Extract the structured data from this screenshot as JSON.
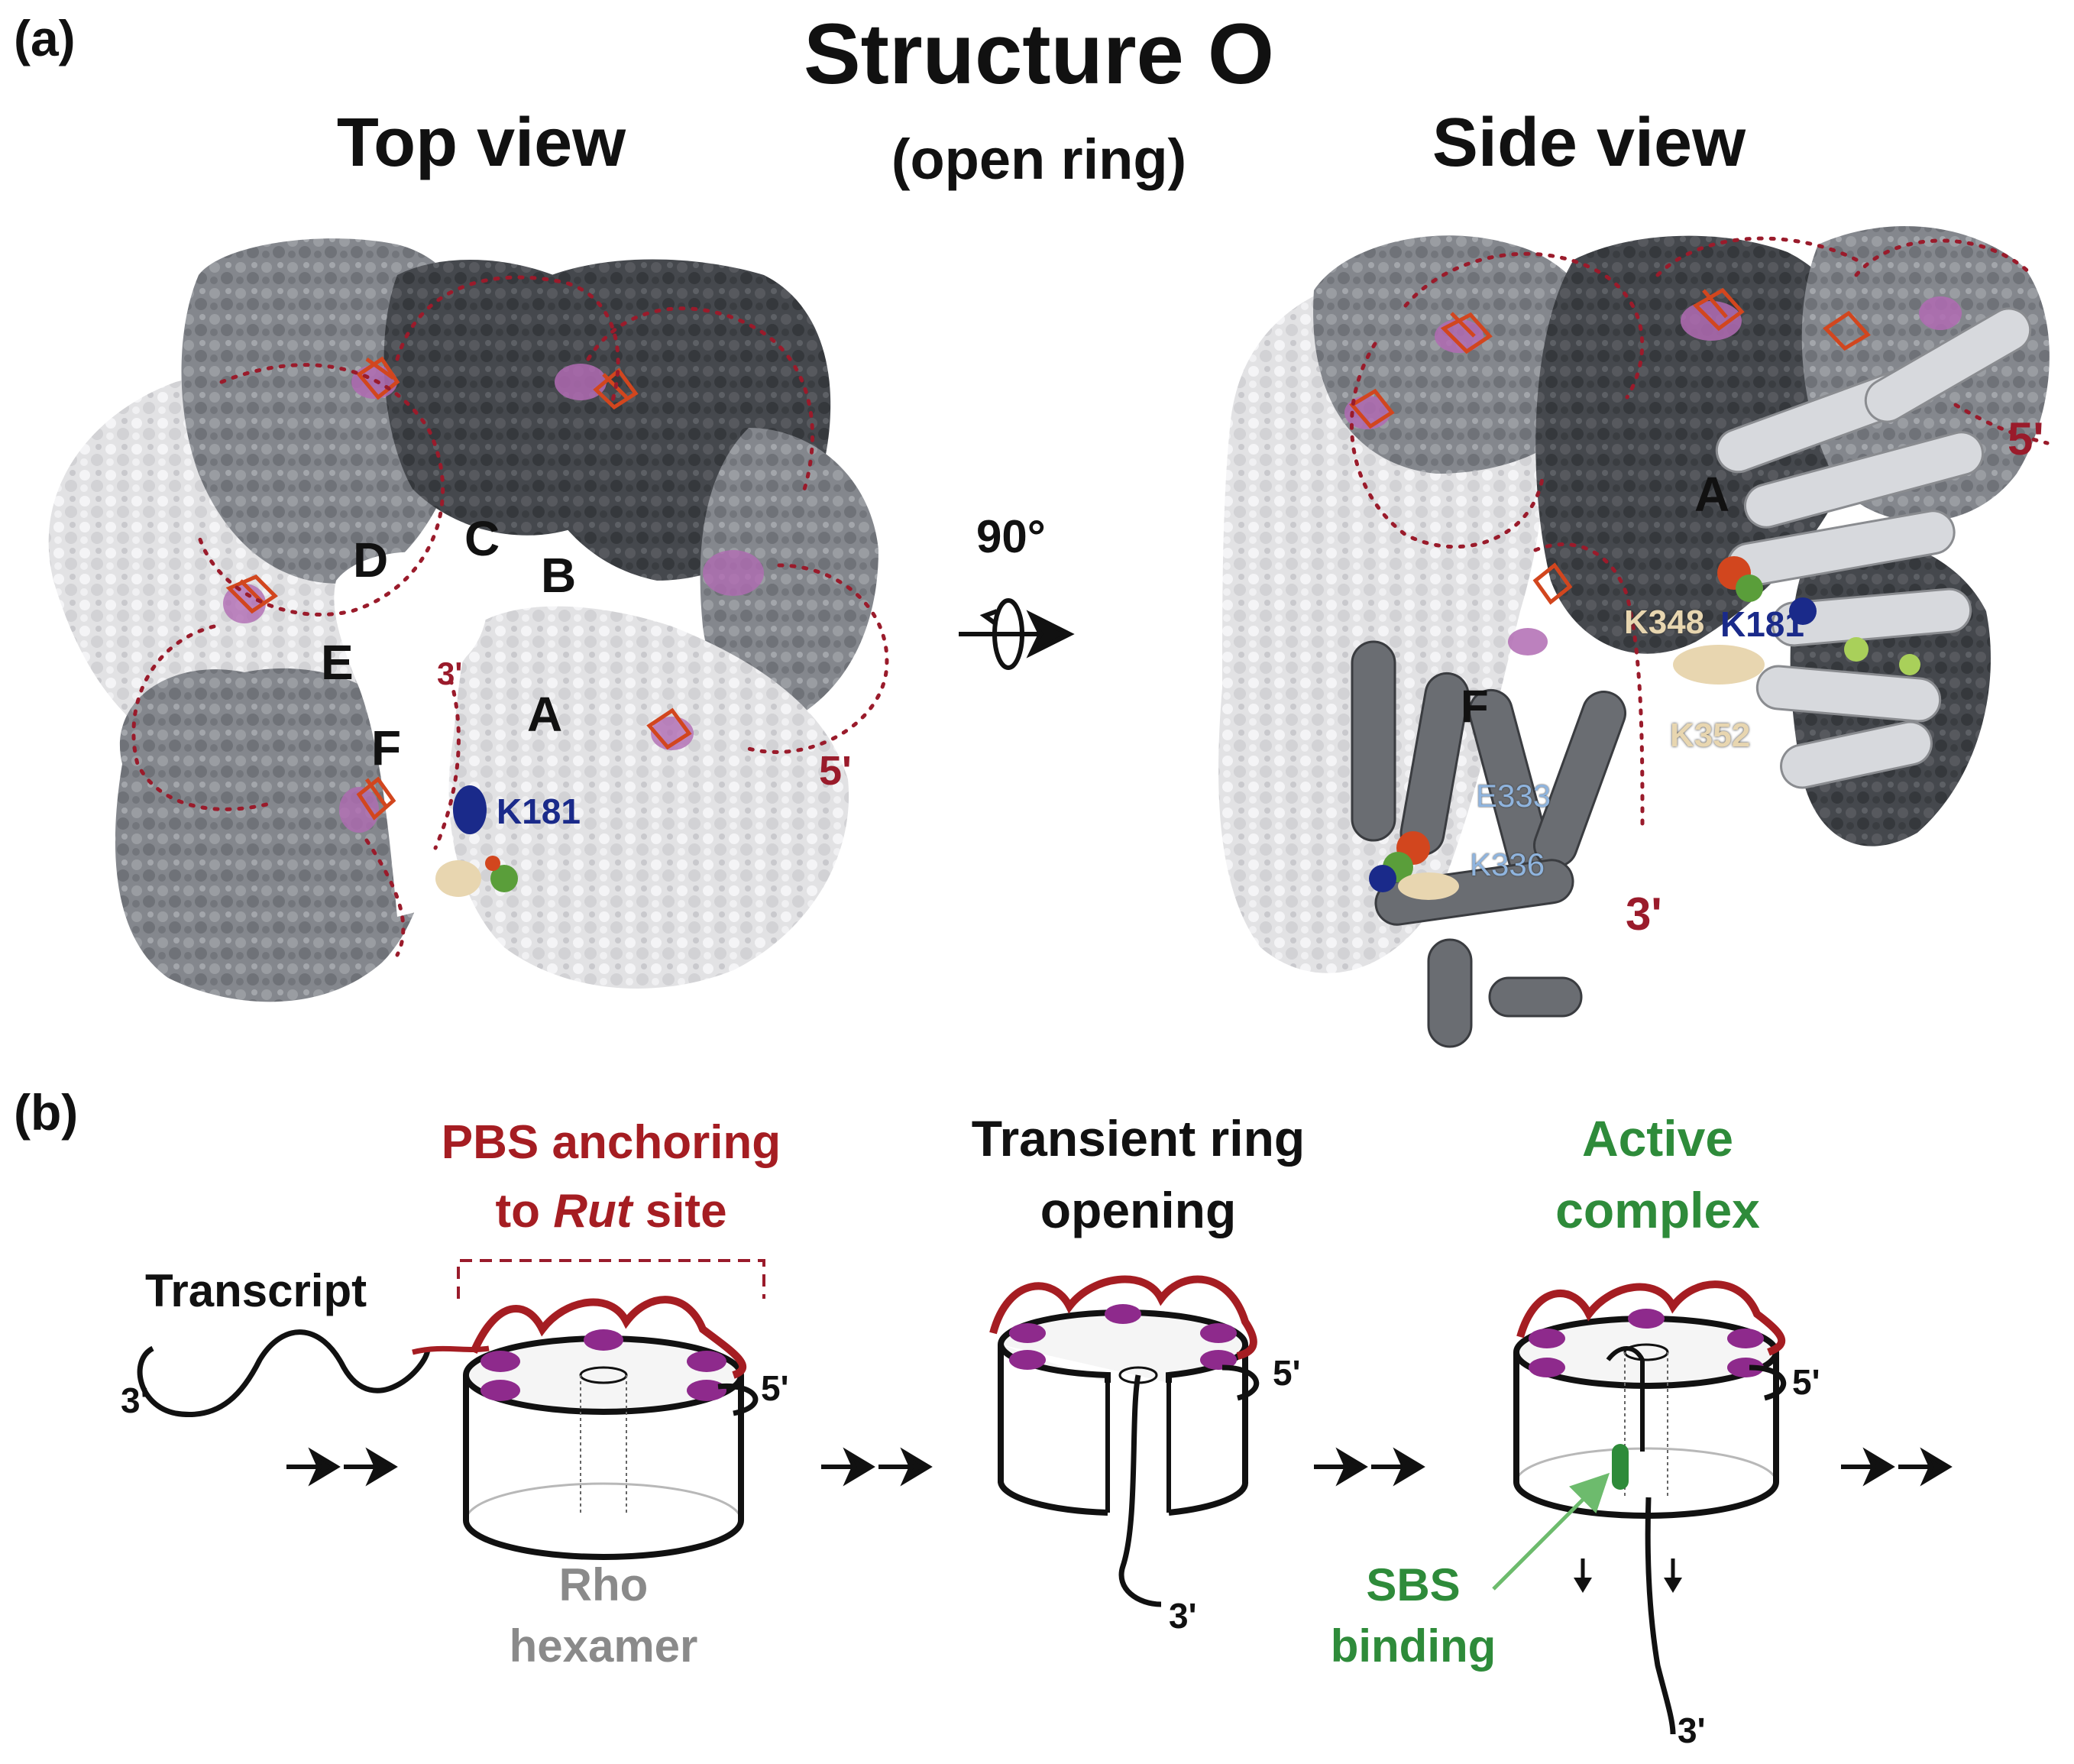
{
  "panel_a": {
    "label": "(a)",
    "title": "Structure O",
    "subtitle": "(open ring)",
    "top_view_title": "Top view",
    "side_view_title": "Side view",
    "rotation_label": "90°",
    "top_view": {
      "subunits": [
        "D",
        "C",
        "B",
        "E",
        "A",
        "F"
      ],
      "residue_label": "K181",
      "prime_3": "3'",
      "prime_5": "5'"
    },
    "side_view": {
      "subunit_a": "A",
      "subunit_f": "F",
      "residues": [
        "K348",
        "K181",
        "K352",
        "E333",
        "K336"
      ],
      "prime_3": "3'",
      "prime_5": "5'"
    }
  },
  "panel_b": {
    "label": "(b)",
    "step1_title_line1": "PBS anchoring",
    "step1_title_line2_pre": "to ",
    "step1_title_line2_italic": "Rut",
    "step1_title_line2_post": " site",
    "transcript_label": "Transcript",
    "hexamer_line1": "Rho",
    "hexamer_line2": "hexamer",
    "step2_title_line1": "Transient ring",
    "step2_title_line2": "opening",
    "step3_title_line1": "Active",
    "step3_title_line2": "complex",
    "sbs_line1": "SBS",
    "sbs_line2": "binding",
    "prime_3": "3'",
    "prime_5": "5'"
  },
  "colors": {
    "rna_red": "#a51d22",
    "dotted_red": "#9a1b2b",
    "magenta": "#8e2a8c",
    "green": "#2e8b3a",
    "grey_label": "#8a8a8a",
    "dark_blue": "#1a2a8a",
    "light_blue": "#8fb4de",
    "tan": "#e8d6b0"
  }
}
